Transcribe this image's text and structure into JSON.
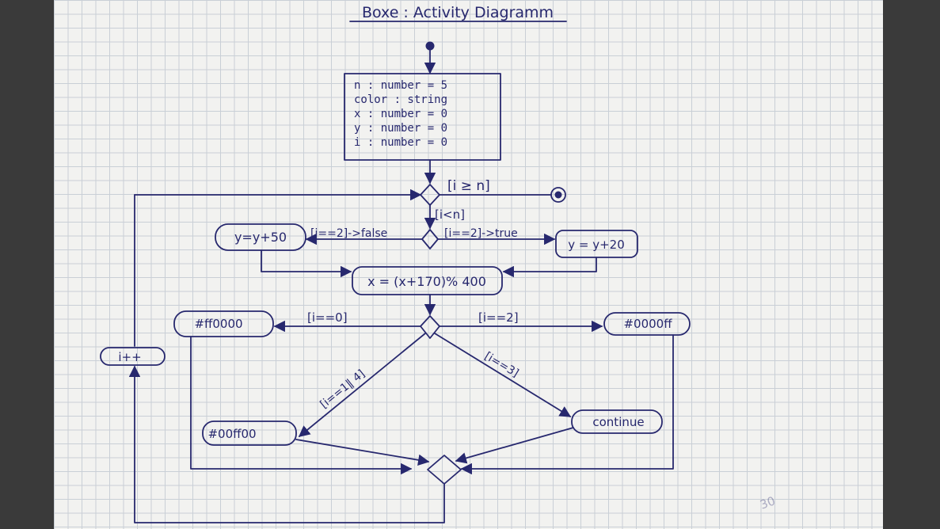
{
  "title": "Boxe : Activity Diagramm",
  "init_box": {
    "lines": [
      "n : number   = 5",
      "color : string",
      " x  : number  = 0",
      " y  : number = 0",
      " i  : number = 0"
    ]
  },
  "guards": {
    "i_ge_n": "[i ≥ n]",
    "i_lt_n": "[i<n]",
    "i2_false": "[i==2]->false",
    "i2_true": "[i==2]->true",
    "i_eq_0": "[i==0]",
    "i_eq_2": "[i==2]",
    "i_eq_1_4": "[i==1‖ 4]",
    "i_eq_3": "[i==3]"
  },
  "actions": {
    "y_plus_50": "y=y+50",
    "y_plus_20": "y = y+20",
    "x_update": "x = (x+170)% 400",
    "color_red": "#ff0000",
    "color_blue": "#0000ff",
    "color_green": "#00ff00",
    "continue": "continue",
    "i_inc": "i++"
  },
  "page_note": "30"
}
